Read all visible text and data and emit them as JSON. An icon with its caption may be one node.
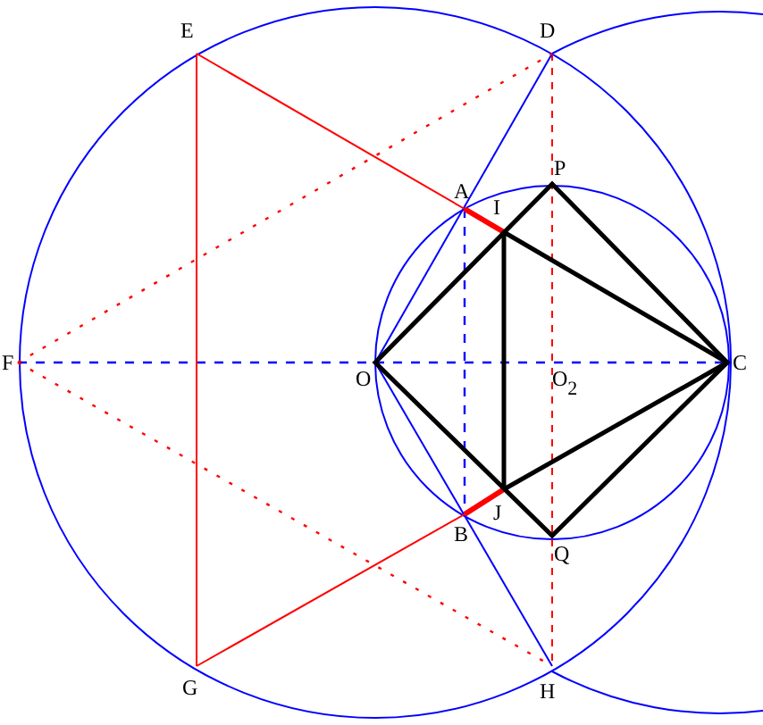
{
  "diagram": {
    "labels": [
      "E",
      "D",
      "P",
      "A",
      "I",
      "F",
      "O",
      "O$_{2}$",
      "C",
      "B",
      "J",
      "Q",
      "G",
      "H"
    ]
  }
}
